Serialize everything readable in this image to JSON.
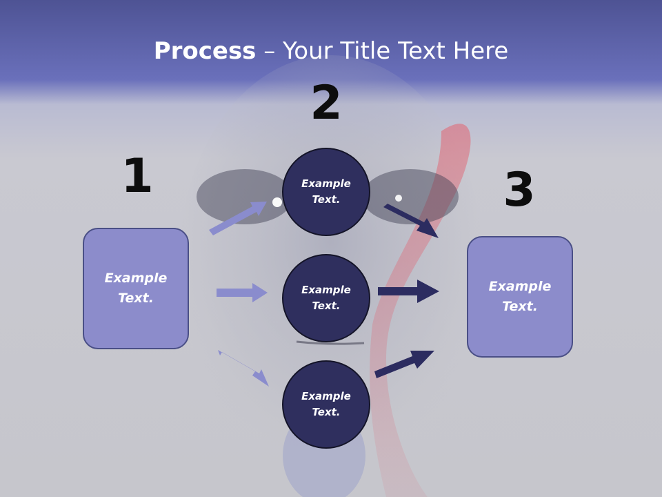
{
  "title": {
    "bold": "Process",
    "rest": " – Your Title Text Here"
  },
  "steps": {
    "one": {
      "number": "1",
      "label_line1": "Example",
      "label_line2": "Text."
    },
    "two": {
      "number": "2"
    },
    "three": {
      "number": "3",
      "label_line1": "Example",
      "label_line2": "Text."
    }
  },
  "circles": [
    {
      "line1": "Example",
      "line2": "Text."
    },
    {
      "line1": "Example",
      "line2": "Text."
    },
    {
      "line1": "Example",
      "line2": "Text."
    }
  ],
  "colors": {
    "header": "#6a70bb",
    "box_fill": "#8c8ccb",
    "circle_fill": "#2f2f5e",
    "light_arrow": "#8a8ccd",
    "dark_arrow": "#2c2c60"
  }
}
